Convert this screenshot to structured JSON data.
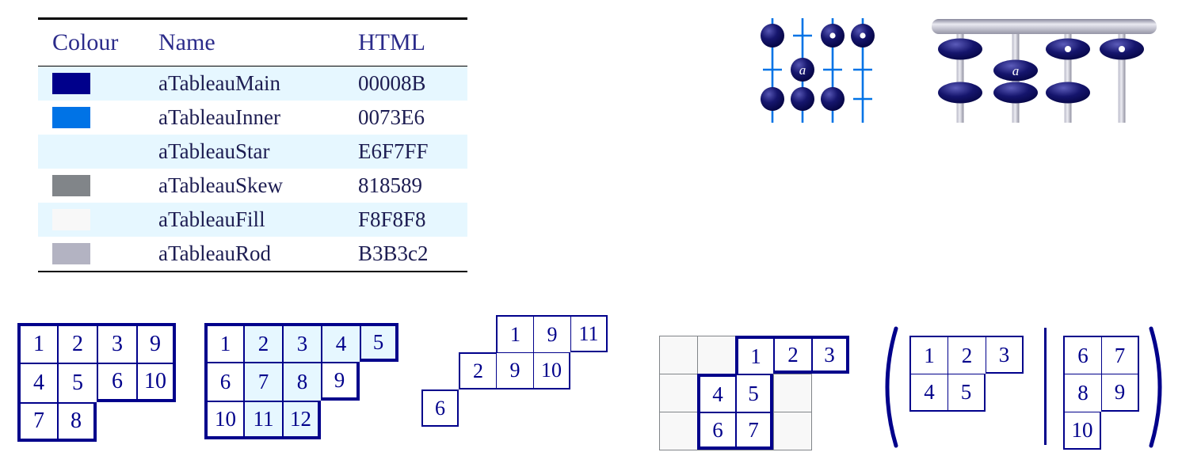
{
  "palette_table": {
    "headers": [
      "Colour",
      "Name",
      "HTML"
    ],
    "rows": [
      {
        "name": "aTableauMain",
        "html": "00008B",
        "swatch": "#00008B"
      },
      {
        "name": "aTableauInner",
        "html": "0073E6",
        "swatch": "#0073E6"
      },
      {
        "name": "aTableauStar",
        "html": "E6F7FF",
        "swatch": "#E6F7FF"
      },
      {
        "name": "aTableauSkew",
        "html": "818589",
        "swatch": "#818589"
      },
      {
        "name": "aTableauFill",
        "html": "F8F8F8",
        "swatch": "#F8F8F8"
      },
      {
        "name": "aTableauRod",
        "html": "B3B3c2",
        "swatch": "#B3B3C2"
      }
    ]
  },
  "colors": {
    "main": "#00008B",
    "inner": "#0073E6",
    "star": "#E6F7FF",
    "skew": "#818589",
    "fill": "#F8F8F8",
    "rod": "#B3B3C2"
  },
  "abacus_line": {
    "bead_label": "a"
  },
  "abacus_rod": {
    "bead_label": "a"
  },
  "expression": {
    "open": "(",
    "bar": "|",
    "close": ")"
  },
  "tableaux": {
    "t1": {
      "cell": 50,
      "font": 28,
      "color": "#00008B",
      "thick": 4,
      "thin": 2,
      "rows": [
        {
          "start": 0,
          "values": [
            "1",
            "2",
            "3",
            "9"
          ]
        },
        {
          "start": 0,
          "values": [
            "4",
            "5",
            "6",
            "10"
          ]
        },
        {
          "start": 0,
          "values": [
            "7",
            "8"
          ]
        }
      ]
    },
    "t2": {
      "cell": 49,
      "font": 27,
      "color": "#00008B",
      "thick": 4,
      "thin": 2,
      "star_color": "#E6F7FF",
      "stars": [
        [
          0,
          1
        ],
        [
          0,
          2
        ],
        [
          0,
          3
        ],
        [
          0,
          4
        ],
        [
          1,
          1
        ],
        [
          1,
          2
        ],
        [
          2,
          1
        ],
        [
          2,
          2
        ]
      ],
      "rows": [
        {
          "start": 0,
          "values": [
            "1",
            "2",
            "3",
            "4",
            "5"
          ]
        },
        {
          "start": 0,
          "values": [
            "6",
            "7",
            "8",
            "9"
          ]
        },
        {
          "start": 0,
          "values": [
            "10",
            "11",
            "12"
          ]
        }
      ]
    },
    "t3": {
      "cell": 47,
      "font": 26,
      "color": "#00008B",
      "thick": 2,
      "thin": 1.4,
      "rows": [
        {
          "start": 2,
          "values": [
            "1",
            "9",
            "11"
          ]
        },
        {
          "start": 1,
          "values": [
            "2",
            "9",
            "10"
          ]
        },
        {
          "start": 0,
          "values": [
            "6"
          ]
        }
      ]
    },
    "t4": {
      "cell": 48,
      "font": 27,
      "color": "#00008B",
      "thick": 4,
      "thin": 2,
      "backdrop": {
        "cols": 4,
        "rows": 3,
        "fill": "#F8F8F8",
        "stroke": "#818589"
      },
      "rows": [
        {
          "start": 2,
          "values": [
            "1",
            "2",
            "3"
          ]
        },
        {
          "start": 1,
          "values": [
            "4",
            "5"
          ]
        },
        {
          "start": 1,
          "values": [
            "6",
            "7"
          ]
        }
      ]
    },
    "t5a": {
      "cell": 48,
      "font": 27,
      "color": "#00008B",
      "thick": 2.5,
      "thin": 1.4,
      "rows": [
        {
          "start": 0,
          "values": [
            "1",
            "2",
            "3"
          ]
        },
        {
          "start": 0,
          "values": [
            "4",
            "5"
          ]
        }
      ]
    },
    "t5b": {
      "cell": 48,
      "font": 27,
      "color": "#00008B",
      "thick": 2.5,
      "thin": 1.4,
      "rows": [
        {
          "start": 0,
          "values": [
            "6",
            "7"
          ]
        },
        {
          "start": 0,
          "values": [
            "8",
            "9"
          ]
        },
        {
          "start": 0,
          "values": [
            "10"
          ]
        }
      ]
    }
  }
}
